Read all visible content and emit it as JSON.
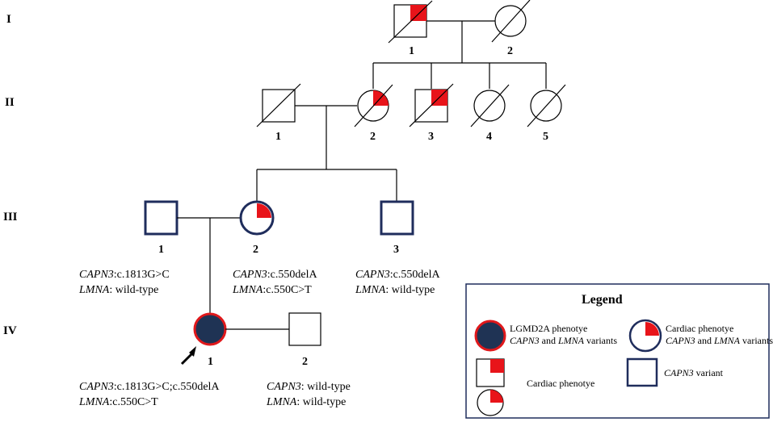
{
  "generations": {
    "I": "I",
    "II": "II",
    "III": "III",
    "IV": "IV"
  },
  "individuals": {
    "I1": {
      "num": "1",
      "sex": "male",
      "deceased": true,
      "cardiac": true
    },
    "I2": {
      "num": "2",
      "sex": "female",
      "deceased": true
    },
    "II1": {
      "num": "1",
      "sex": "male",
      "deceased": true
    },
    "II2": {
      "num": "2",
      "sex": "female",
      "deceased": true,
      "cardiac": true
    },
    "II3": {
      "num": "3",
      "sex": "male",
      "deceased": true,
      "cardiac": true
    },
    "II4": {
      "num": "4",
      "sex": "female",
      "deceased": true
    },
    "II5": {
      "num": "5",
      "sex": "female",
      "deceased": true
    },
    "III1": {
      "num": "1",
      "sex": "male",
      "capn3_carrier": true,
      "genotype_gene1": "CAPN3",
      "genotype_val1": ":c.1813G>C",
      "genotype_gene2": "LMNA",
      "genotype_val2": ": wild-type"
    },
    "III2": {
      "num": "2",
      "sex": "female",
      "capn3_carrier": true,
      "cardiac": true,
      "genotype_gene1": "CAPN3",
      "genotype_val1": ":c.550delA",
      "genotype_gene2": "LMNA",
      "genotype_val2": ":c.550C>T"
    },
    "III3": {
      "num": "3",
      "sex": "male",
      "capn3_carrier": true,
      "genotype_gene1": "CAPN3",
      "genotype_val1": ":c.550delA",
      "genotype_gene2": "LMNA",
      "genotype_val2": ": wild-type"
    },
    "IV1": {
      "num": "1",
      "sex": "female",
      "proband": true,
      "affected": true,
      "genotype_gene1": "CAPN3",
      "genotype_val1": ":c.1813G>C;c.550delA",
      "genotype_gene2": "LMNA",
      "genotype_val2": ":c.550C>T"
    },
    "IV2": {
      "num": "2",
      "sex": "male",
      "genotype_gene1": "CAPN3",
      "genotype_val1": ": wild-type",
      "genotype_gene2": "LMNA",
      "genotype_val2": ": wild-type"
    }
  },
  "legend": {
    "title": "Legend",
    "lgmd_line1": "LGMD2A phenotye",
    "lgmd_gene1": "CAPN3",
    "lgmd_and": " and ",
    "lgmd_gene2": "LMNA",
    "lgmd_variants": " variants",
    "cardiac_line1": "Cardiac phenotye",
    "cardiac_gene1": "CAPN3",
    "cardiac_and": " and ",
    "cardiac_gene2": "LMNA",
    "cardiac_variants": " variants",
    "cardiac_only": "Cardiac phenotye",
    "capn3_gene": "CAPN3",
    "capn3_variant": " variant"
  },
  "colors": {
    "carrier_outline": "#1f2d5c",
    "affected_fill": "#1f3354",
    "affected_outline": "#e0181b",
    "cardiac_red": "#e8141a"
  }
}
